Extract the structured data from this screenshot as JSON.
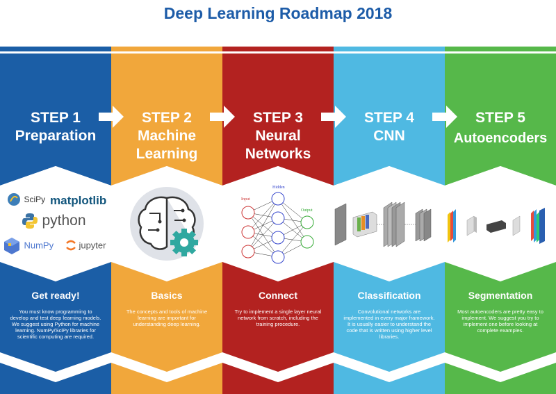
{
  "title": "Deep Learning Roadmap 2018",
  "steps": [
    {
      "step": "STEP 1",
      "name": "Preparation",
      "heading": "Get ready!",
      "desc": "You must know programming to develop and test deep learning models. We suggest using Python for machine learning. NumPy/SciPy libraries for scientific computing are required.",
      "color": "#1b5ea6"
    },
    {
      "step": "STEP 2",
      "name1": "Machine",
      "name2": "Learning",
      "heading": "Basics",
      "desc": "The concepts and tools of machine learning are important for understanding deep learning.",
      "color": "#f1a73b"
    },
    {
      "step": "STEP 3",
      "name1": "Neural",
      "name2": "Networks",
      "heading": "Connect",
      "desc": "Try to implement a single layer neural network from scratch, including the training procedure.",
      "color": "#b32220"
    },
    {
      "step": "STEP 4",
      "name": "CNN",
      "heading": "Classification",
      "desc": "Convolutional networks are implemented in every major framework. It is usually easier to understand the code that is written using higher level libraries.",
      "color": "#4fb9e2"
    },
    {
      "step": "STEP 5",
      "name": "Autoencoders",
      "heading": "Segmentation",
      "desc": "Most autoencoders are pretty easy to implement. We suggest you try to implement one before looking at complete examples.",
      "color": "#56b84a"
    }
  ],
  "logos": {
    "scipy": "SciPy",
    "matplotlib": "matplotlib",
    "python": "python",
    "numpy": "NumPy",
    "jupyter": "jupyter"
  },
  "nn_labels": {
    "input": "Input",
    "hidden": "Hidden",
    "output": "Output"
  }
}
